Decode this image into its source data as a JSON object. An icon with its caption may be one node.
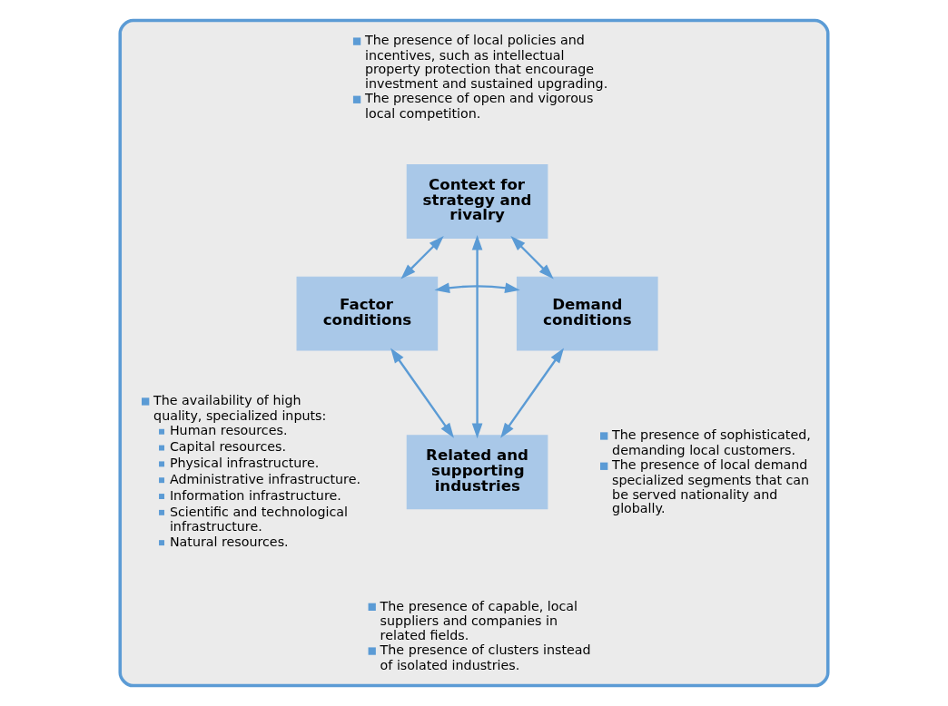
{
  "diagram": {
    "nodes": [
      {
        "text": [],
        "shape": "box"
      },
      {
        "text": [
          "Context for strategy and rivalry"
        ],
        "in": 0,
        "beside": [
          "The presence of local policies and incentives, such as intellectual property protection that encourage investment and sustained upgrading.",
          "The presence of open and vigorous local competition."
        ]
      },
      {
        "text": [
          "Factor conditions"
        ],
        "in": 0,
        "beside": [
          "The availability of high quality, specialized inputs:",
          "Human resources.",
          "Capital resources.",
          "Physical infrastructure.",
          "Administrative infrastructure.",
          "Information infrastructure.",
          "Scientific and technological infrastructure.",
          "Natural resources."
        ]
      },
      {
        "text": [
          "Demand conditions"
        ],
        "in": 0,
        "beside": [
          "The presence of sophisticated, demanding local customers.",
          "The presence of local demand specialized segments that can be served nationality and globally."
        ]
      },
      {
        "text": [
          "Related and supporting industries"
        ],
        "in": 0,
        "beside": [
          "The presence of capable, local suppliers and companies in related fields.",
          "The presence of clusters instead of isolated industries."
        ]
      }
    ],
    "edges": [
      {
        "from": 2,
        "to": 1,
        "arrow": "both"
      },
      {
        "from": 1,
        "to": 3,
        "arrow": "both"
      },
      {
        "from": 2,
        "to": 3,
        "arrow": "both"
      },
      {
        "from": 1,
        "to": 4,
        "arrow": "both"
      },
      {
        "from": 2,
        "to": 4,
        "arrow": "both"
      },
      {
        "from": 3,
        "to": 4,
        "arrow": "both"
      }
    ]
  }
}
